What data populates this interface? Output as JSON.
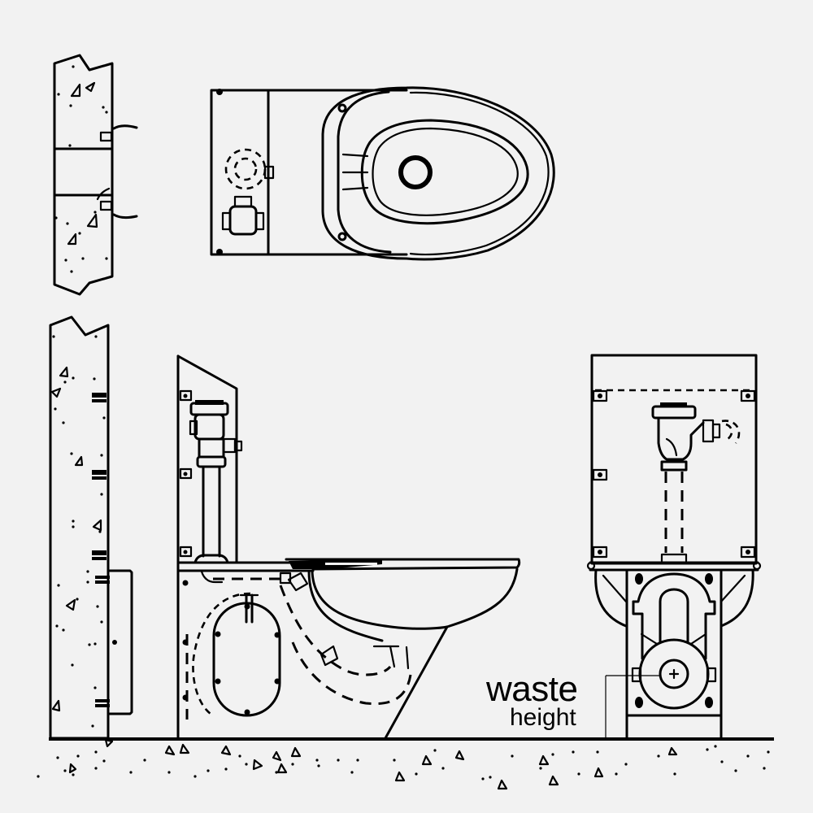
{
  "diagram": {
    "subject": "floor-mounted rear-outlet toilet with flush valve",
    "views": [
      {
        "name": "wall-section-top",
        "description": "wall section for plan view"
      },
      {
        "name": "plan-view",
        "description": "top view of bowl, carrier and flush valve"
      },
      {
        "name": "wall-section-side",
        "description": "wall section for side elevation"
      },
      {
        "name": "side-elevation",
        "description": "side view with concealed trapway (dashed)"
      },
      {
        "name": "front-elevation",
        "description": "front view of carrier and waste outlet"
      }
    ],
    "annotation": {
      "line1": "waste",
      "line2": "height"
    }
  },
  "colors": {
    "background": "#f2f2f2",
    "line": "#000000"
  }
}
